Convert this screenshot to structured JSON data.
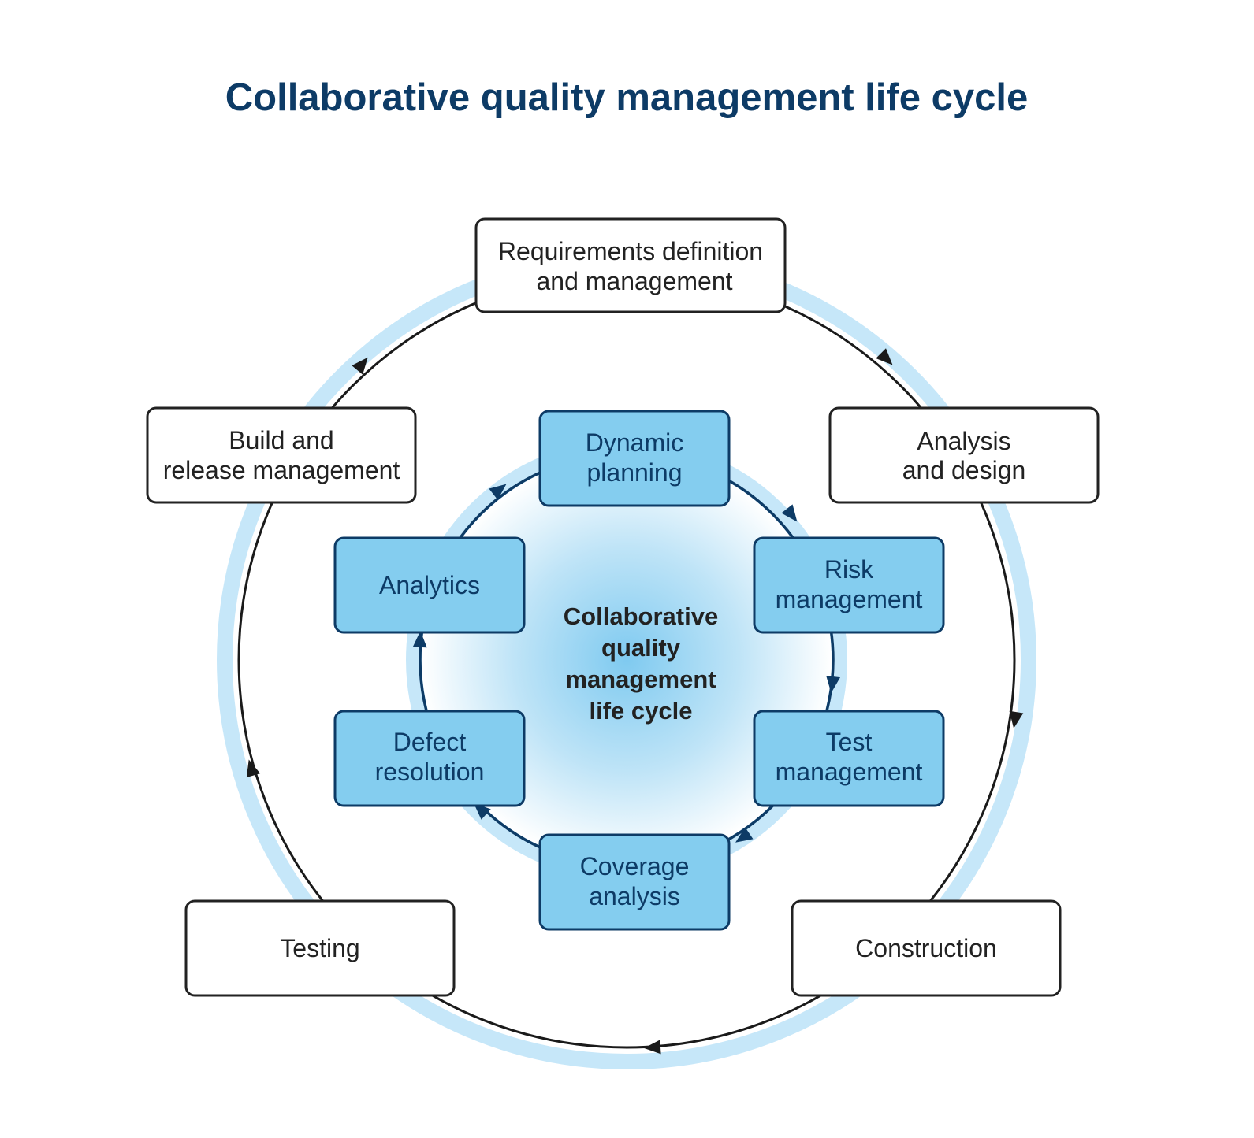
{
  "title": "Collaborative quality management life cycle",
  "center_label": [
    "Collaborative",
    "quality",
    "management",
    "life cycle"
  ],
  "outer_stages": [
    {
      "id": "requirements",
      "lines": [
        "Requirements definition",
        "and management"
      ]
    },
    {
      "id": "analysis",
      "lines": [
        "Analysis",
        "and design"
      ]
    },
    {
      "id": "construction",
      "lines": [
        "Construction"
      ]
    },
    {
      "id": "testing",
      "lines": [
        "Testing"
      ]
    },
    {
      "id": "build",
      "lines": [
        "Build and",
        "release management"
      ]
    }
  ],
  "inner_stages": [
    {
      "id": "dynamic-planning",
      "lines": [
        "Dynamic",
        "planning"
      ]
    },
    {
      "id": "risk-management",
      "lines": [
        "Risk",
        "management"
      ]
    },
    {
      "id": "test-management",
      "lines": [
        "Test",
        "management"
      ]
    },
    {
      "id": "coverage-analysis",
      "lines": [
        "Coverage",
        "analysis"
      ]
    },
    {
      "id": "defect-resolution",
      "lines": [
        "Defect",
        "resolution"
      ]
    },
    {
      "id": "analytics",
      "lines": [
        "Analytics"
      ]
    }
  ],
  "colors": {
    "title": "#0d3b66",
    "inner_box_fill": "#84cdef",
    "inner_box_stroke": "#0d3b66",
    "ring_band": "#c6e7f9",
    "outer_box_stroke": "#222222",
    "outer_arrow": "#1a1a1a",
    "inner_arrow": "#0d3b66"
  }
}
